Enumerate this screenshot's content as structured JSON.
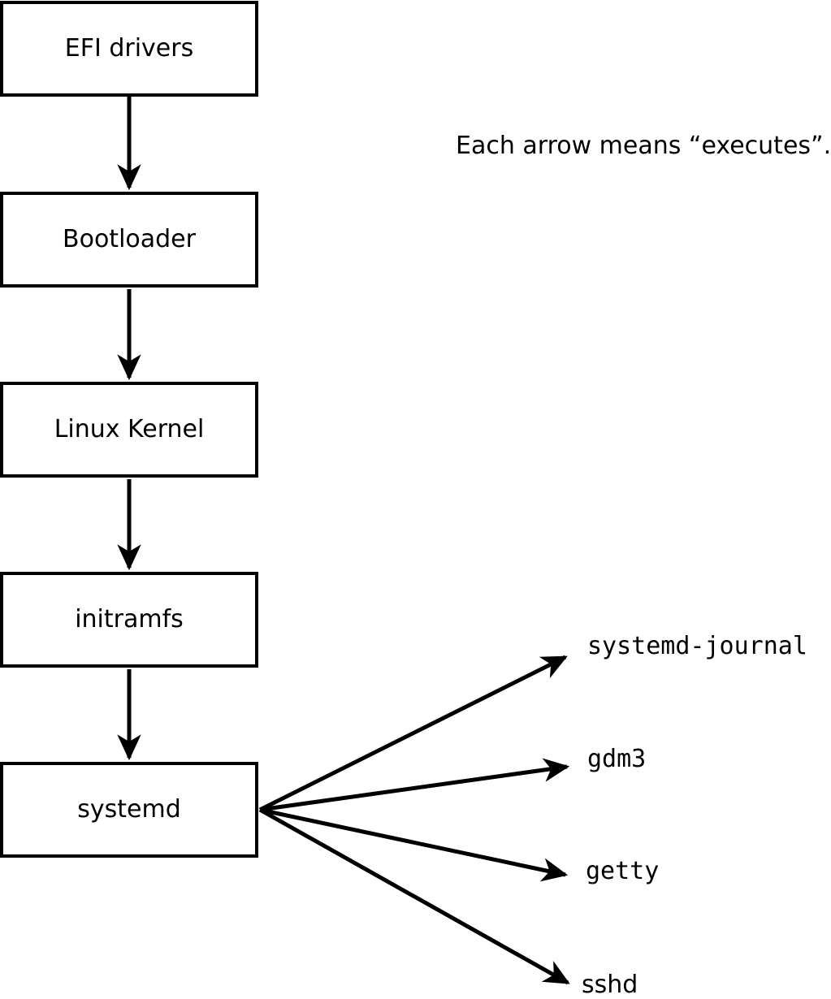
{
  "note": "Each arrow means “executes”.",
  "chain": [
    "EFI drivers",
    "Bootloader",
    "Linux Kernel",
    "initramfs",
    "systemd"
  ],
  "services": [
    "systemd-journal",
    "gdm3",
    "getty",
    "sshd"
  ],
  "edges": [
    {
      "from": "EFI drivers",
      "to": "Bootloader",
      "meaning": "executes"
    },
    {
      "from": "Bootloader",
      "to": "Linux Kernel",
      "meaning": "executes"
    },
    {
      "from": "Linux Kernel",
      "to": "initramfs",
      "meaning": "executes"
    },
    {
      "from": "initramfs",
      "to": "systemd",
      "meaning": "executes"
    },
    {
      "from": "systemd",
      "to": "systemd-journal",
      "meaning": "executes"
    },
    {
      "from": "systemd",
      "to": "gdm3",
      "meaning": "executes"
    },
    {
      "from": "systemd",
      "to": "getty",
      "meaning": "executes"
    },
    {
      "from": "systemd",
      "to": "sshd",
      "meaning": "executes"
    }
  ],
  "colors": {
    "foreground": "#000000",
    "background": "#ffffff"
  }
}
